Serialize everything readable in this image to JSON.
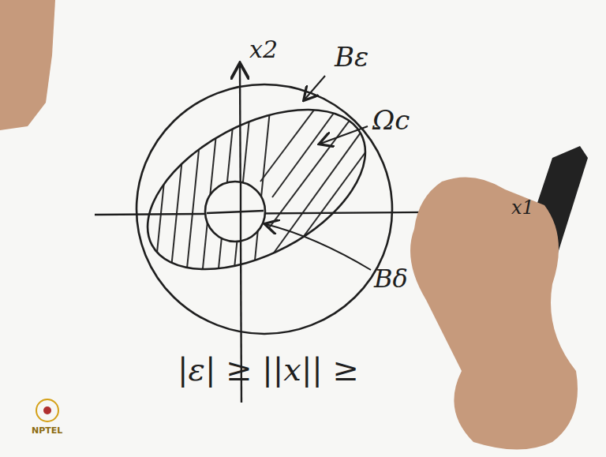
{
  "diagram": {
    "labels": [
      "x2",
      "x1",
      "Bε",
      "Ωc",
      "Bδ",
      "|ε| ≥ ||x|| ≥",
      "NPTEL"
    ]
  }
}
